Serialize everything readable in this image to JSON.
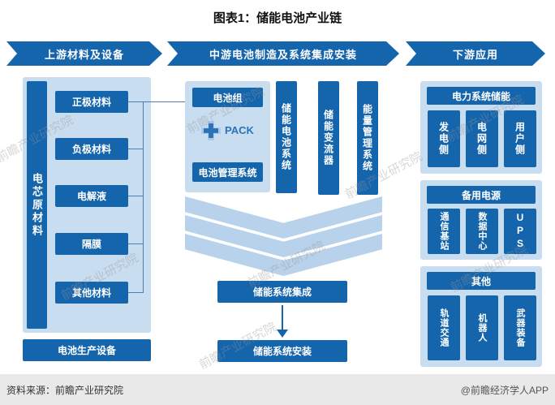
{
  "title": "图表1：储能电池产业链",
  "headers": {
    "upstream": "上游材料及设备",
    "midstream": "中游电池制造及系统集成安装",
    "downstream": "下游应用"
  },
  "upstream": {
    "cell_materials_label": "电芯原材料",
    "materials": [
      "正极材料",
      "负极材料",
      "电解液",
      "隔膜",
      "其他材料"
    ],
    "equipment_label": "电池生产设备"
  },
  "midstream": {
    "battery_pack": "电池组",
    "pack_label": "PACK",
    "bms": "电池管理系统",
    "columns": [
      "储能电池系统",
      "储能变流器",
      "能量管理系统"
    ],
    "integration": "储能系统集成",
    "installation": "储能系统安装"
  },
  "downstream": {
    "groups": [
      {
        "title": "电力系统储能",
        "items": [
          "发电侧",
          "电网侧",
          "用户侧"
        ]
      },
      {
        "title": "备用电源",
        "items": [
          "通信基站",
          "数据中心",
          "UPS"
        ]
      },
      {
        "title": "其他",
        "items": [
          "轨道交通",
          "机器人",
          "武器装备"
        ]
      }
    ]
  },
  "footer": {
    "source": "资料来源：前瞻产业研究院",
    "credit": "@前瞻经济学人APP"
  },
  "watermark": {
    "text": "前瞻产业研究院"
  },
  "colors": {
    "dark_blue": "#1565ad",
    "panel_blue": "#c9ddf1",
    "stripe_blue": "#b7d2ea",
    "line_blue": "#4d7eb3",
    "accent_blue": "#2b72b8",
    "footer_bg": "#e9e9e9",
    "title_color": "#111111",
    "watermark_color": "rgba(150,150,150,0.38)"
  }
}
